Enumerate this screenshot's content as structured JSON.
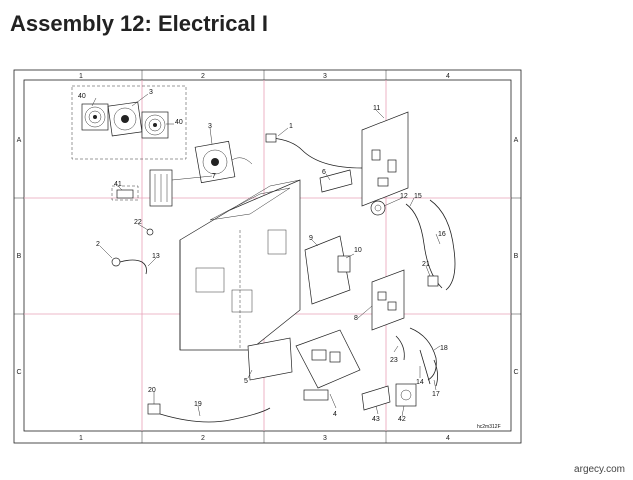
{
  "page": {
    "title": "Assembly 12: Electrical I",
    "footer": "argecy.com"
  },
  "diagram": {
    "drawing_code": "hc2m312F",
    "grid_columns": [
      "1",
      "2",
      "3",
      "4"
    ],
    "grid_rows": [
      "A",
      "B",
      "C"
    ],
    "callouts": [
      {
        "id": "c1",
        "label": "1"
      },
      {
        "id": "c2",
        "label": "2"
      },
      {
        "id": "c3a",
        "label": "3"
      },
      {
        "id": "c3b",
        "label": "3"
      },
      {
        "id": "c4",
        "label": "4"
      },
      {
        "id": "c5",
        "label": "5"
      },
      {
        "id": "c6",
        "label": "6"
      },
      {
        "id": "c7",
        "label": "7"
      },
      {
        "id": "c8",
        "label": "8"
      },
      {
        "id": "c9",
        "label": "9"
      },
      {
        "id": "c10",
        "label": "10"
      },
      {
        "id": "c11",
        "label": "11"
      },
      {
        "id": "c12",
        "label": "12"
      },
      {
        "id": "c13",
        "label": "13"
      },
      {
        "id": "c14",
        "label": "14"
      },
      {
        "id": "c15",
        "label": "15"
      },
      {
        "id": "c16",
        "label": "16"
      },
      {
        "id": "c17",
        "label": "17"
      },
      {
        "id": "c18",
        "label": "18"
      },
      {
        "id": "c19",
        "label": "19"
      },
      {
        "id": "c20",
        "label": "20"
      },
      {
        "id": "c21",
        "label": "21"
      },
      {
        "id": "c22",
        "label": "22"
      },
      {
        "id": "c23",
        "label": "23"
      },
      {
        "id": "c40a",
        "label": "40"
      },
      {
        "id": "c40b",
        "label": "40"
      },
      {
        "id": "c41",
        "label": "41"
      },
      {
        "id": "c42",
        "label": "42"
      },
      {
        "id": "c43",
        "label": "43"
      }
    ]
  }
}
